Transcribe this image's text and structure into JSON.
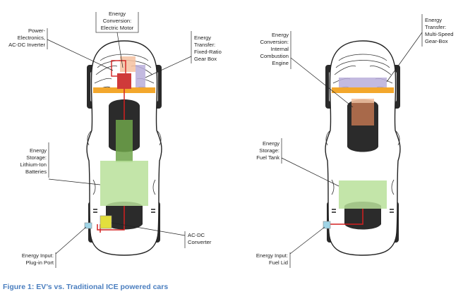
{
  "colors": {
    "motor": "#cf3a3a",
    "inverter_line": "#d32020",
    "gearbox": "#b9aedb",
    "axle": "#f3a72c",
    "battery": "#b9e09a",
    "battery_spine": "#6fa54a",
    "port": "#9fd4e6",
    "charger": "#e3df3d",
    "engine": "#a8694a",
    "engine_cover": "#f4c1a0",
    "caption": "#4a7ebf"
  },
  "ev": {
    "labels": {
      "energy_conversion": [
        "Energy",
        "Conversion:",
        "Electric Motor"
      ],
      "power_electronics": [
        "Power-",
        "Electronics,",
        "AC-DC Inverter"
      ],
      "energy_transfer": [
        "Energy",
        "Transfer:",
        "Fixed-Ratio",
        "Gear Box"
      ],
      "energy_storage": [
        "Energy",
        "Storage:",
        "Lithium-Ion",
        "Batteries"
      ],
      "energy_input": [
        "Energy Input:",
        "Plug-in Port"
      ],
      "converter": [
        "AC-DC",
        "Converter"
      ]
    }
  },
  "ice": {
    "labels": {
      "energy_conversion": [
        "Energy",
        "Conversion:",
        "Internal",
        "Combustion",
        "Engine"
      ],
      "energy_transfer": [
        "Energy",
        "Transfer:",
        "Multi-Speed",
        "Gear-Box"
      ],
      "energy_storage": [
        "Energy",
        "Storage:",
        "Fuel Tank"
      ],
      "energy_input": [
        "Energy Input:",
        "Fuel Lid"
      ]
    }
  },
  "caption": "Figure 1: EV’s vs. Traditional ICE powered cars"
}
